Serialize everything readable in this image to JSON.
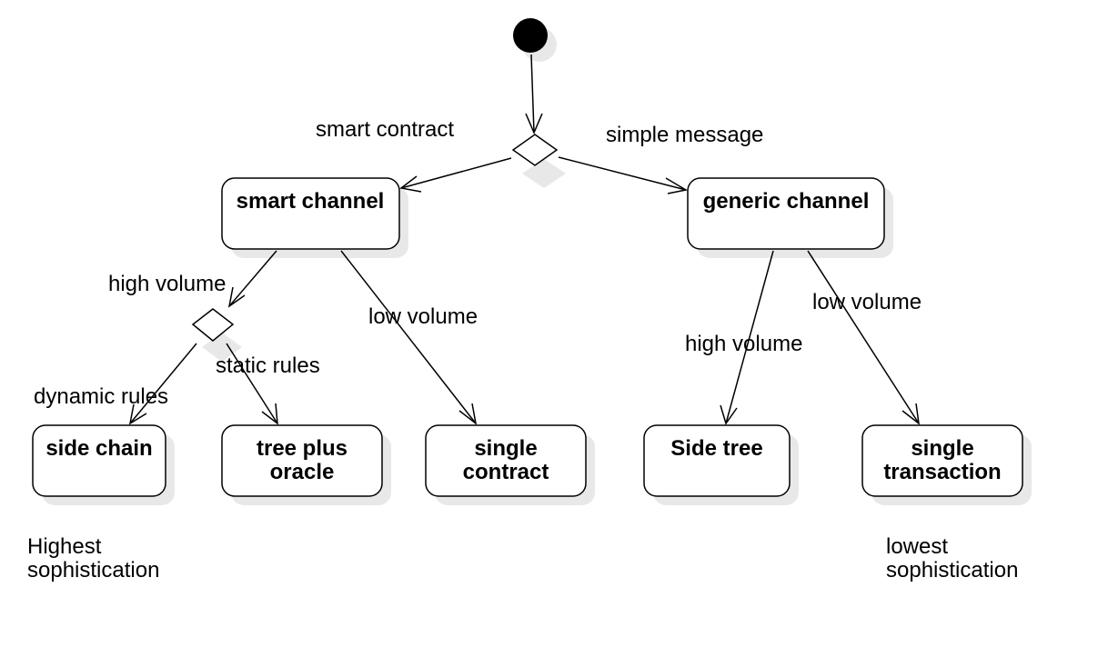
{
  "states": {
    "smart_channel": "smart channel",
    "generic_channel": "generic channel",
    "side_chain": "side chain",
    "tree_plus_oracle": [
      "tree plus",
      "oracle"
    ],
    "single_contract": [
      "single",
      "contract"
    ],
    "side_tree": "Side tree",
    "single_transaction": [
      "single",
      "transaction"
    ]
  },
  "edges": {
    "smart_contract": "smart contract",
    "simple_message": "simple message",
    "smart_high_volume": "high volume",
    "smart_low_volume": "low volume",
    "static_rules": "static rules",
    "dynamic_rules": "dynamic rules",
    "generic_high_volume": "high volume",
    "generic_low_volume": "low volume"
  },
  "notes": {
    "highest": [
      "Highest",
      "sophistication"
    ],
    "lowest": [
      "lowest",
      "sophistication"
    ]
  }
}
